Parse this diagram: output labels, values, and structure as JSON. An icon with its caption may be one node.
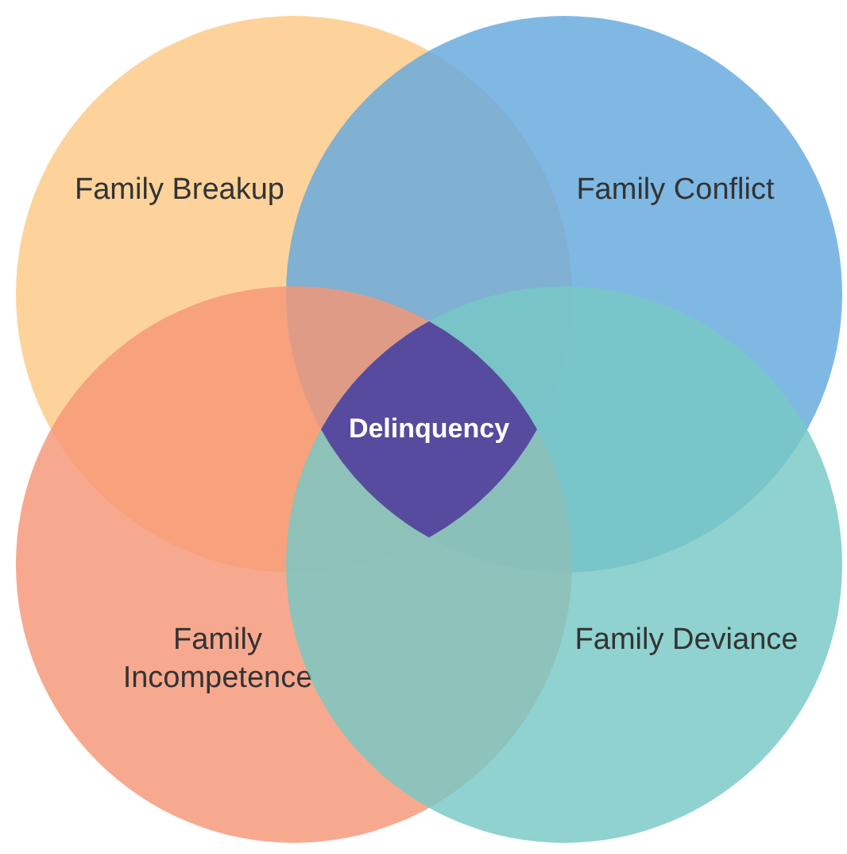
{
  "diagram": {
    "nodes": [
      {
        "text": [
          "Family Breakup"
        ]
      },
      {
        "text": [
          "Family Conflict"
        ]
      },
      {
        "text": [
          "Family Incompetence"
        ]
      },
      {
        "text": [
          "Family Deviance"
        ]
      },
      {
        "text": [
          "Delinquency"
        ]
      }
    ]
  }
}
